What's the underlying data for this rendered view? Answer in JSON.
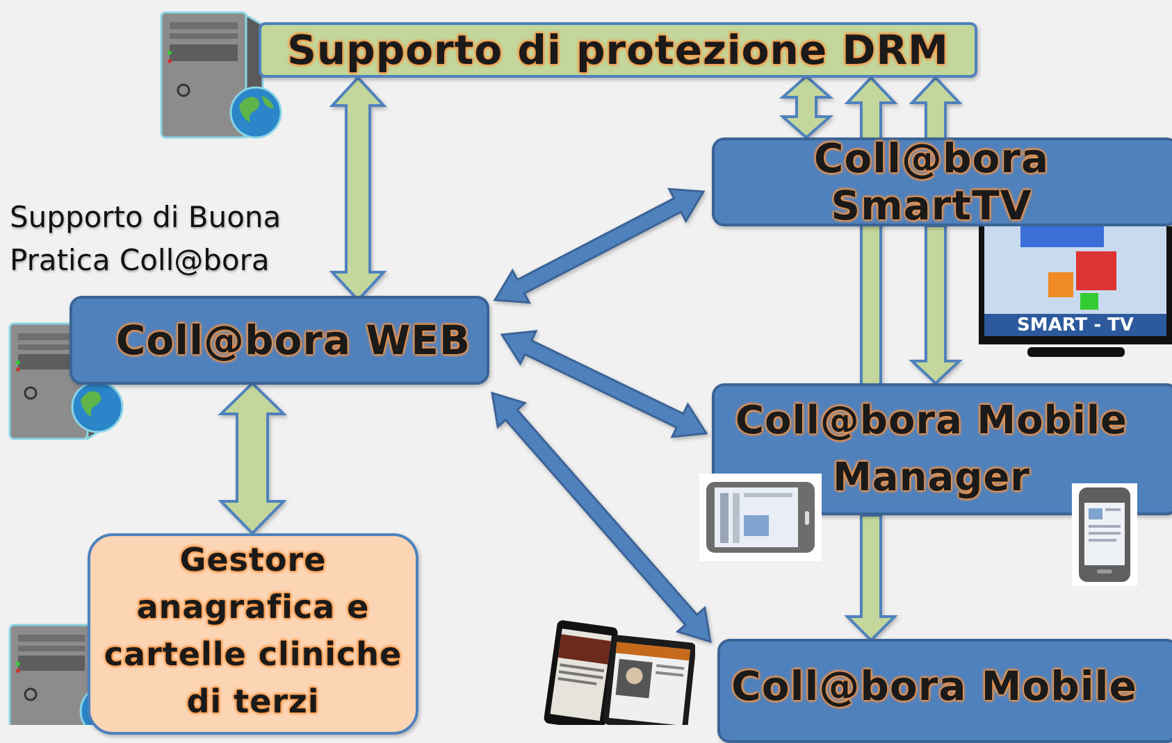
{
  "drm_box": {
    "label": "Supporto di protezione DRM"
  },
  "good_practice_label": {
    "line1": "Supporto di Buona",
    "line2": "Pratica Coll@bora"
  },
  "web_box": {
    "label": "Coll@bora WEB"
  },
  "smarttv_box": {
    "label": "Coll@bora SmartTV"
  },
  "mobile_manager_box": {
    "line1": "Coll@bora Mobile",
    "line2": "Manager"
  },
  "mobile_box": {
    "label": "Coll@bora Mobile"
  },
  "registry_box": {
    "line1": "Gestore",
    "line2": "anagrafica e",
    "line3": "cartelle cliniche",
    "line4": "di terzi"
  },
  "tv_icon": {
    "label": "SMART - TV"
  },
  "icons": [
    "server-globe-icon",
    "tv-icon",
    "tablet-icon",
    "smartphone-icon",
    "tablets-photo-icon"
  ],
  "colors": {
    "blue_box": "#4f81bd",
    "green_box": "#c3d69b",
    "peach_box": "#fcd5b5",
    "text_glow": "#f79646"
  }
}
